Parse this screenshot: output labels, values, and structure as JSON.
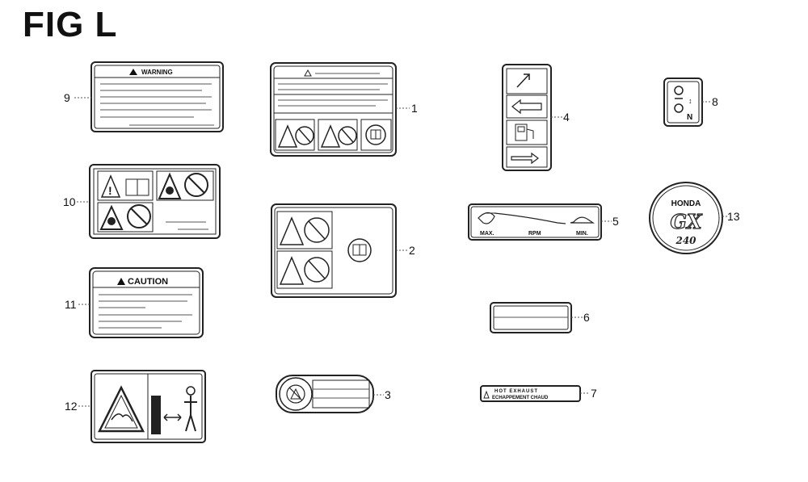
{
  "figure": {
    "title": "FIG L"
  },
  "callouts": [
    {
      "id": "9",
      "text": "9"
    },
    {
      "id": "1",
      "text": "1"
    },
    {
      "id": "4",
      "text": "4"
    },
    {
      "id": "8",
      "text": "8"
    },
    {
      "id": "10",
      "text": "10"
    },
    {
      "id": "2",
      "text": "2"
    },
    {
      "id": "5",
      "text": "5"
    },
    {
      "id": "13",
      "text": "13"
    },
    {
      "id": "11",
      "text": "11"
    },
    {
      "id": "6",
      "text": "6"
    },
    {
      "id": "12",
      "text": "12"
    },
    {
      "id": "3",
      "text": "3"
    },
    {
      "id": "7",
      "text": "7"
    }
  ],
  "labels": {
    "warning_heading": "WARNING",
    "caution_heading": "CAUTION",
    "speed_max": "MAX.",
    "speed_rpm": "RPM",
    "speed_min": "MIN.",
    "brand": "HONDA",
    "model": "GX",
    "model_number": "240",
    "exhaust_line1": "HOT EXHAUST",
    "exhaust_line2": "ECHAPPEMENT CHAUD"
  },
  "icons": {
    "warning_triangle": "warning-triangle-icon",
    "prohibition": "prohibition-icon",
    "manual": "manual-book-icon",
    "hot_surface": "hot-surface-icon",
    "fuel_pump": "fuel-pump-icon",
    "person": "person-icon",
    "turtle": "turtle-icon",
    "rabbit": "rabbit-icon"
  }
}
